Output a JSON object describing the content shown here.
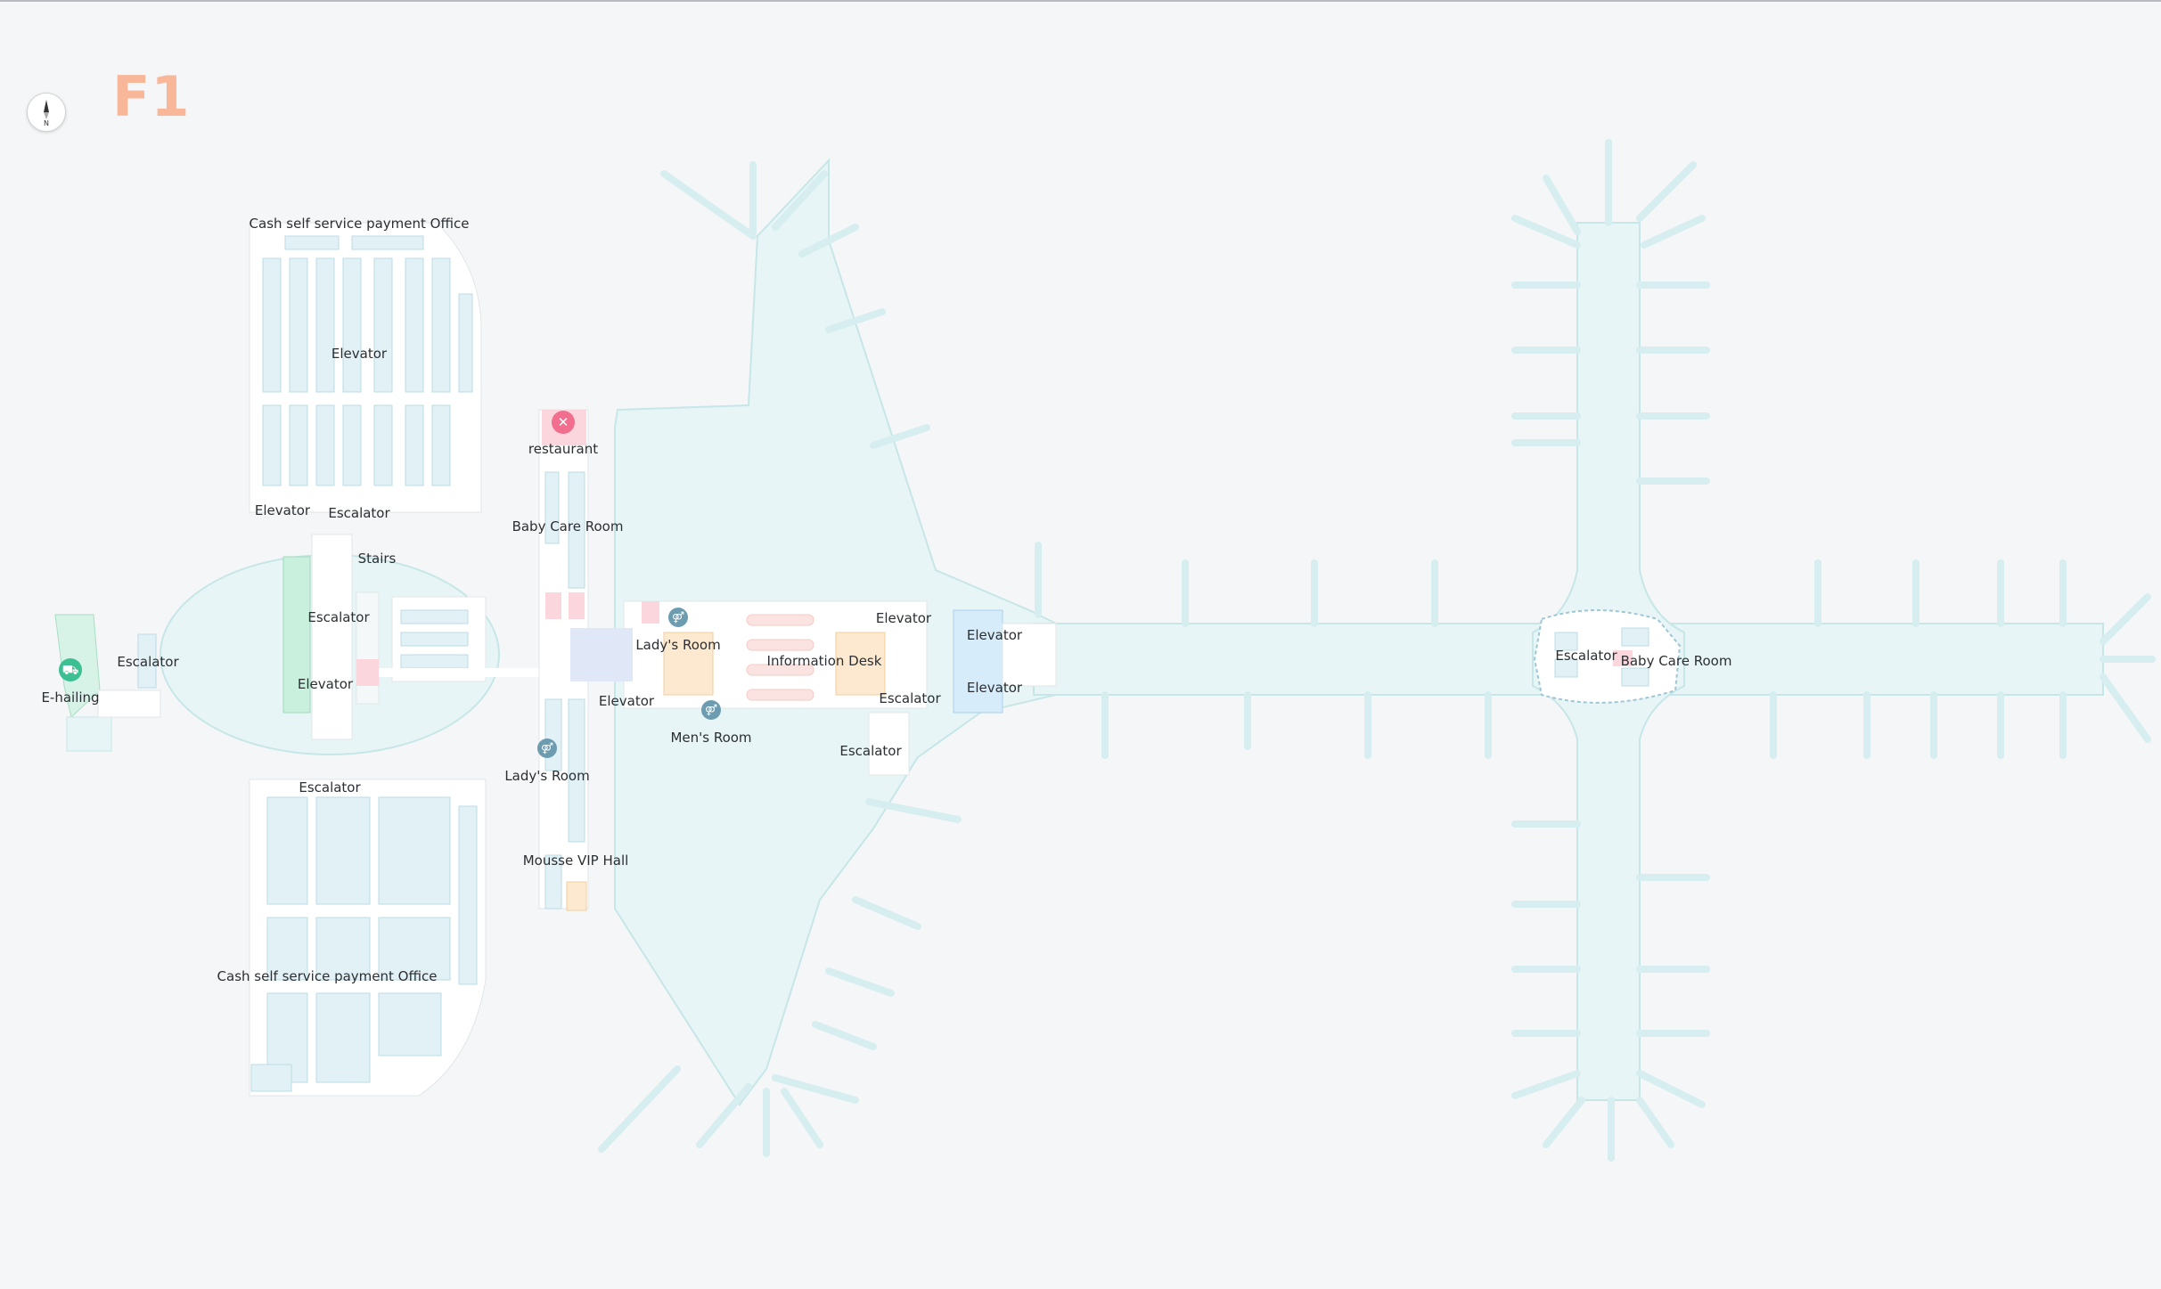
{
  "floor": "F1",
  "compass": {
    "label": "N"
  },
  "icons": {
    "restaurant": "fork-knife-icon",
    "e_hailing": "car-icon",
    "restroom": "restroom-icon"
  },
  "colors": {
    "background": "#f5f6f7",
    "concourse": "#e7f5f6",
    "concourse_stroke": "#c7e6e8",
    "floor_label": "#f9b79a",
    "restroom_icon": "#6d9cb1",
    "restaurant_icon": "#f16e8f",
    "e_hailing_icon": "#3bbf93",
    "info_desk": "#fde9cf",
    "pink_block": "#fbd6dd",
    "blue_block": "#d6ecfa"
  },
  "labels": {
    "cash_office_north": "Cash self service payment Office",
    "elevator_north_lot": "Elevator",
    "elevator_north_lot_sw": "Elevator",
    "escalator_north_lot": "Escalator",
    "stairs": "Stairs",
    "escalator_oval": "Escalator",
    "elevator_oval": "Elevator",
    "escalator_west": "Escalator",
    "e_hailing": "E-hailing",
    "escalator_south_lot": "Escalator",
    "cash_office_south": "Cash self service payment Office",
    "restaurant": "restaurant",
    "baby_care_room": "Baby Care Room",
    "ladys_room_left": "Lady's Room",
    "mousse_vip_hall": "Mousse VIP Hall",
    "ladys_room_center": "Lady's Room",
    "elevator_center_left": "Elevator",
    "mens_room": "Men's Room",
    "information_desk": "Information Desk",
    "elevator_center_right": "Elevator",
    "escalator_center_right": "Escalator",
    "escalator_center_bottom": "Escalator",
    "elevator_hub_top": "Elevator",
    "elevator_hub_bottom": "Elevator",
    "escalator_east": "Escalator",
    "baby_care_room_east": "Baby Care Room"
  }
}
